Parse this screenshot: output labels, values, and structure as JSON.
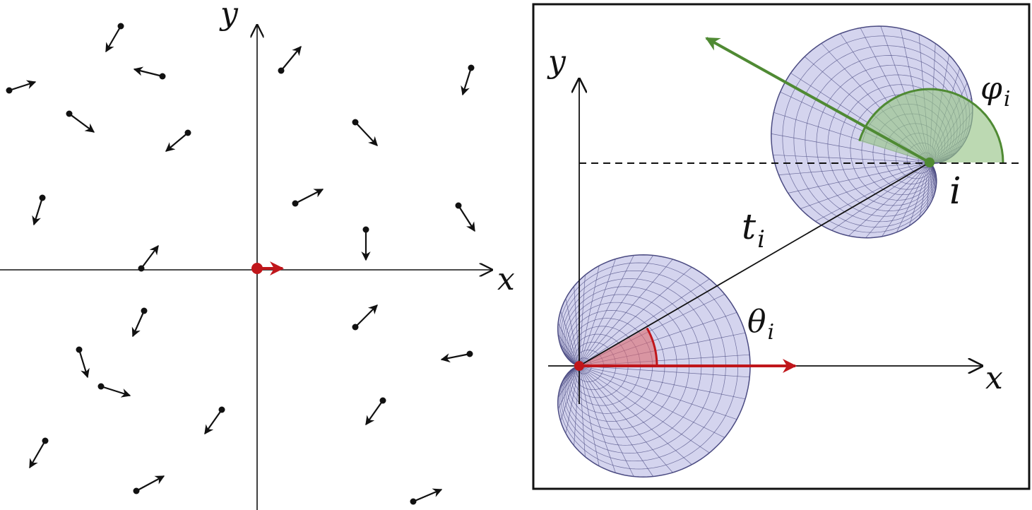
{
  "left_panel": {
    "axis_x_label": "x",
    "axis_y_label": "y",
    "origin_arrow_color": "#c0161b",
    "agent_color": "#111111"
  },
  "right_panel": {
    "axis_x_label": "x",
    "axis_y_label": "y",
    "distance_label": "t",
    "distance_subscript": "i",
    "bearing_label": "θ",
    "bearing_subscript": "i",
    "heading_label": "φ",
    "heading_subscript": "i",
    "agent_label": "i",
    "colors": {
      "cardioid_fill": "#d4d4ee",
      "cardioid_mesh": "#4b4b82",
      "heading": "#4f8a33",
      "heading_fill": "#98c488",
      "bearing": "#c0161b",
      "bearing_fill": "#dc6a70"
    }
  }
}
